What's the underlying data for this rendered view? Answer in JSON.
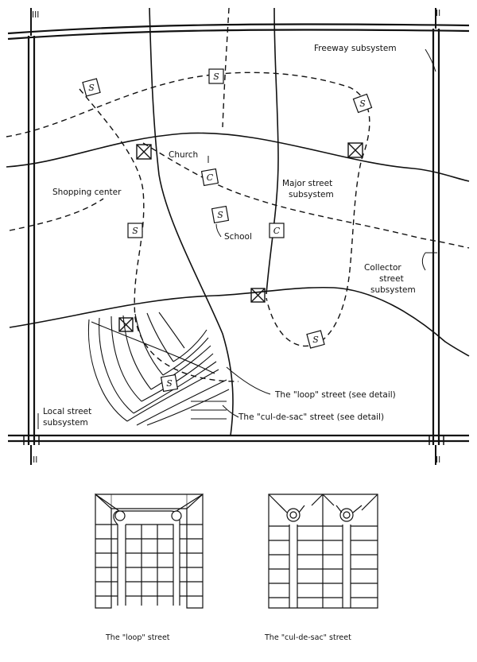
{
  "diagram": {
    "labels": {
      "freeway": "Freeway subsystem",
      "church": "Church",
      "shopping": "Shopping center",
      "major1": "Major street",
      "major2": "subsystem",
      "school": "School",
      "collector1": "Collector",
      "collector2": "street",
      "collector3": "subsystem",
      "local1": "Local street",
      "local2": "subsystem",
      "loop_note": "The \"loop\" street (see detail)",
      "culdesac_note": "The \"cul-de-sac\" street (see detail)",
      "roman_top": "II",
      "roman_bottom_left": "III",
      "roman_bottom_right": "II"
    },
    "facility_marks": {
      "school": "S",
      "church": "C"
    }
  },
  "details": {
    "loop_caption": "The \"loop\" street",
    "culdesac_caption": "The \"cul-de-sac\" street"
  }
}
